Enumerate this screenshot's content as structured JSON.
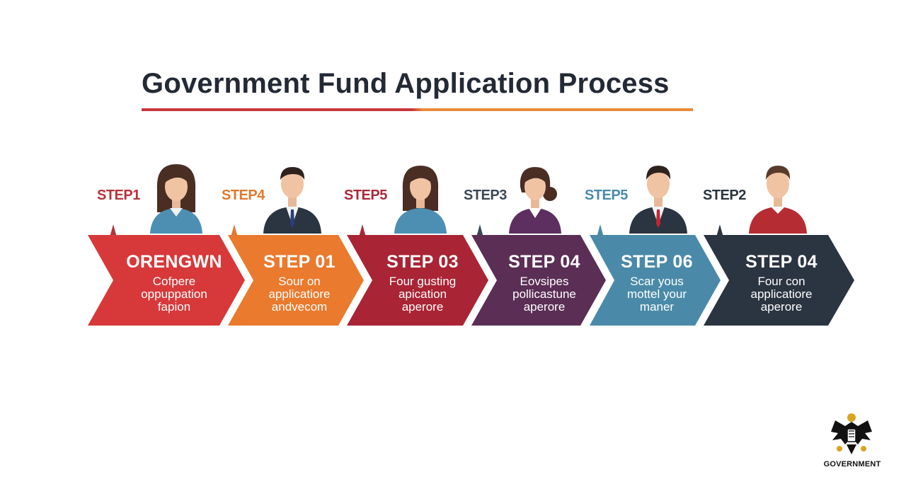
{
  "title": "Government Fund Application Process",
  "colors": {
    "title": "#232a35",
    "rule_left": "#c9363a",
    "rule_right": "#ea8a3a"
  },
  "steps": [
    {
      "tag": "STEP1",
      "head": "ORENGWN",
      "body": "Cofpere\noppuppation\nfapion",
      "color": "#d7393a",
      "tag_color": "#b8323a",
      "person": "woman-icon"
    },
    {
      "tag": "STEP4",
      "head": "STEP 01",
      "body": "Sour on\napplicatiore\nandvecom",
      "color": "#ea7a2e",
      "tag_color": "#e07a2e",
      "person": "man-suit-icon"
    },
    {
      "tag": "STEP5",
      "head": "STEP 03",
      "body": "Four gusting\napication\naperore",
      "color": "#a92434",
      "tag_color": "#a82a3a",
      "person": "woman-icon"
    },
    {
      "tag": "STEP3",
      "head": "STEP 04",
      "body": "Eovsipes\npollicastune\naperore",
      "color": "#5b2e55",
      "tag_color": "#3a4856",
      "person": "woman-bun-icon"
    },
    {
      "tag": "STEP5",
      "head": "STEP 06",
      "body": "Scar yous\nmottel your\nmaner",
      "color": "#4a8aa8",
      "tag_color": "#4a8aa8",
      "person": "man-suit-red-tie-icon"
    },
    {
      "tag": "STEP2",
      "head": "STEP 04",
      "body": "Four con\napplicatiore\naperore",
      "color": "#2b3441",
      "tag_color": "#2b3441",
      "person": "man-sweater-icon"
    }
  ],
  "emblem": {
    "label": "GOVERNMENT",
    "icon": "eagle-crest-icon"
  }
}
